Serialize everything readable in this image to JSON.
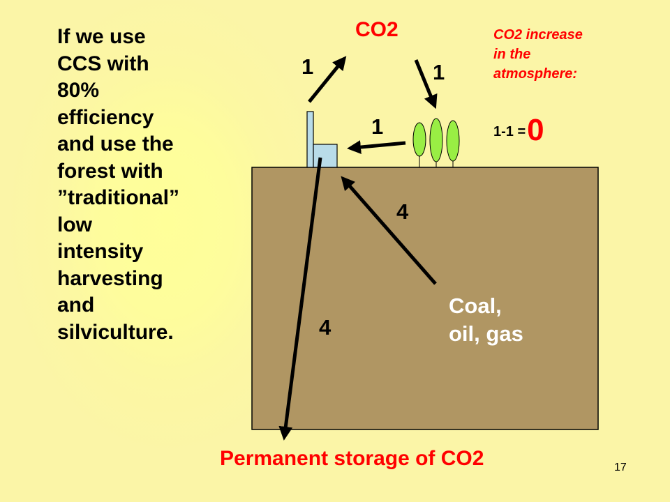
{
  "main_text_lines": [
    "If we use",
    "CCS with",
    "80%",
    "efficiency",
    "and use the",
    "forest with",
    "”traditional”",
    "low",
    "intensity",
    "harvesting",
    "and",
    "silviculture."
  ],
  "co2_label": "CO2",
  "flows": {
    "emission_to_air": "1",
    "uptake_by_forest": "1",
    "forest_to_plant": "1",
    "fossil_to_plant": "4",
    "to_storage": "4"
  },
  "atmosphere_note_lines": [
    "CO2 increase",
    "in the",
    "atmosphere:"
  ],
  "equation": {
    "expression": "1-1 =",
    "result": "0"
  },
  "fossil_label_lines": [
    "Coal,",
    "oil, gas"
  ],
  "storage_label": "Permanent storage of CO2",
  "page_number": "17",
  "colors": {
    "background": "#fcf7a3",
    "ground": "#b09663",
    "trees": "#99ee44",
    "plant": "#b9dce9",
    "highlight": "#ff0000"
  }
}
